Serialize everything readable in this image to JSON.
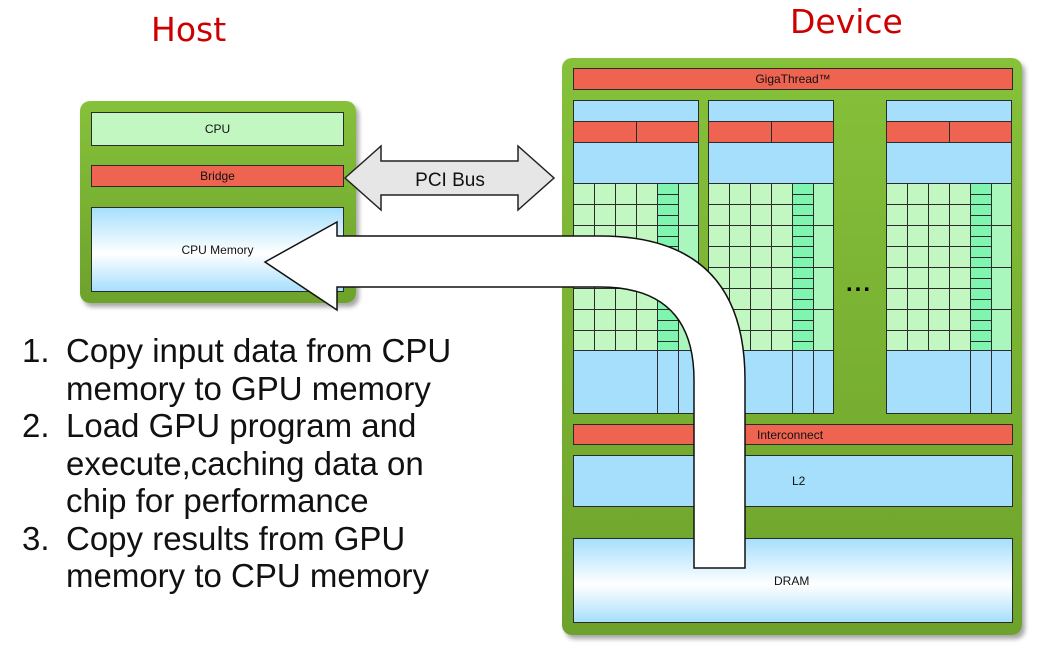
{
  "host": {
    "title": "Host",
    "cpu_label": "CPU",
    "bridge_label": "Bridge",
    "memory_label": "CPU Memory"
  },
  "bus": {
    "label": "PCI Bus"
  },
  "device": {
    "title": "Device",
    "scheduler_label": "GigaThread™",
    "interconnect_label": "Interconnect",
    "l2_label": "L2",
    "dram_label": "DRAM",
    "sm_count_shown": 3,
    "ellipsis": "..."
  },
  "steps": [
    {
      "num": "1.",
      "lines": [
        "Copy input data from CPU",
        "memory to GPU memory"
      ]
    },
    {
      "num": "2.",
      "lines": [
        "Load GPU program and",
        "execute,caching data on",
        "chip for performance"
      ]
    },
    {
      "num": "3.",
      "lines": [
        "Copy results from GPU",
        "memory to CPU memory"
      ]
    }
  ],
  "colors": {
    "title_red": "#cc0000",
    "panel_green": "#7ab332",
    "bar_red": "#ee6450",
    "core_mint": "#c2f7c2",
    "mem_blue": "#a6dffc"
  }
}
